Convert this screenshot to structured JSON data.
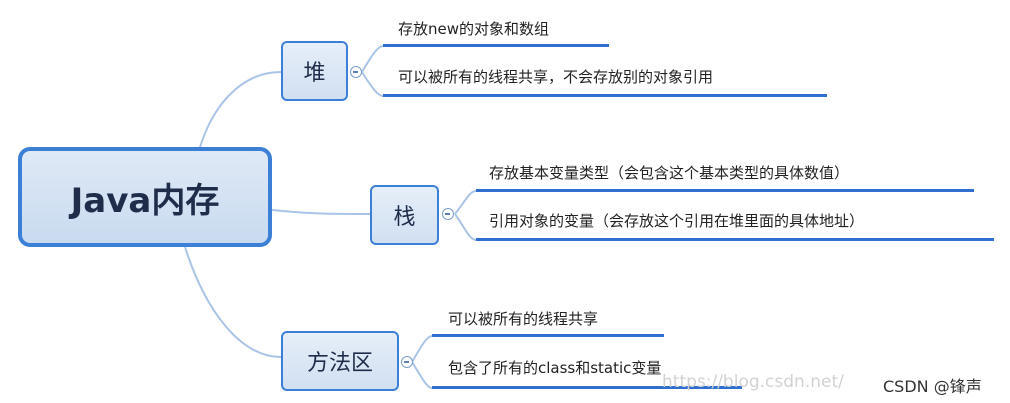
{
  "root": {
    "label": "Java内存"
  },
  "branches": [
    {
      "label": "堆",
      "items": [
        "存放new的对象和数组",
        "可以被所有的线程共享，不会存放别的对象引用"
      ]
    },
    {
      "label": "栈",
      "items": [
        "存放基本变量类型（会包含这个基本类型的具体数值）",
        "引用对象的变量（会存放这个引用在堆里面的具体地址）"
      ]
    },
    {
      "label": "方法区",
      "items": [
        "可以被所有的线程共享",
        "包含了所有的class和static变量"
      ]
    }
  ],
  "watermark": "https://blog.csdn.net/",
  "credit": "CSDN @锋声",
  "colors": {
    "line": "#2f6fcf",
    "box_border": "#3b7fd6",
    "connector": "#a9c4e6"
  }
}
